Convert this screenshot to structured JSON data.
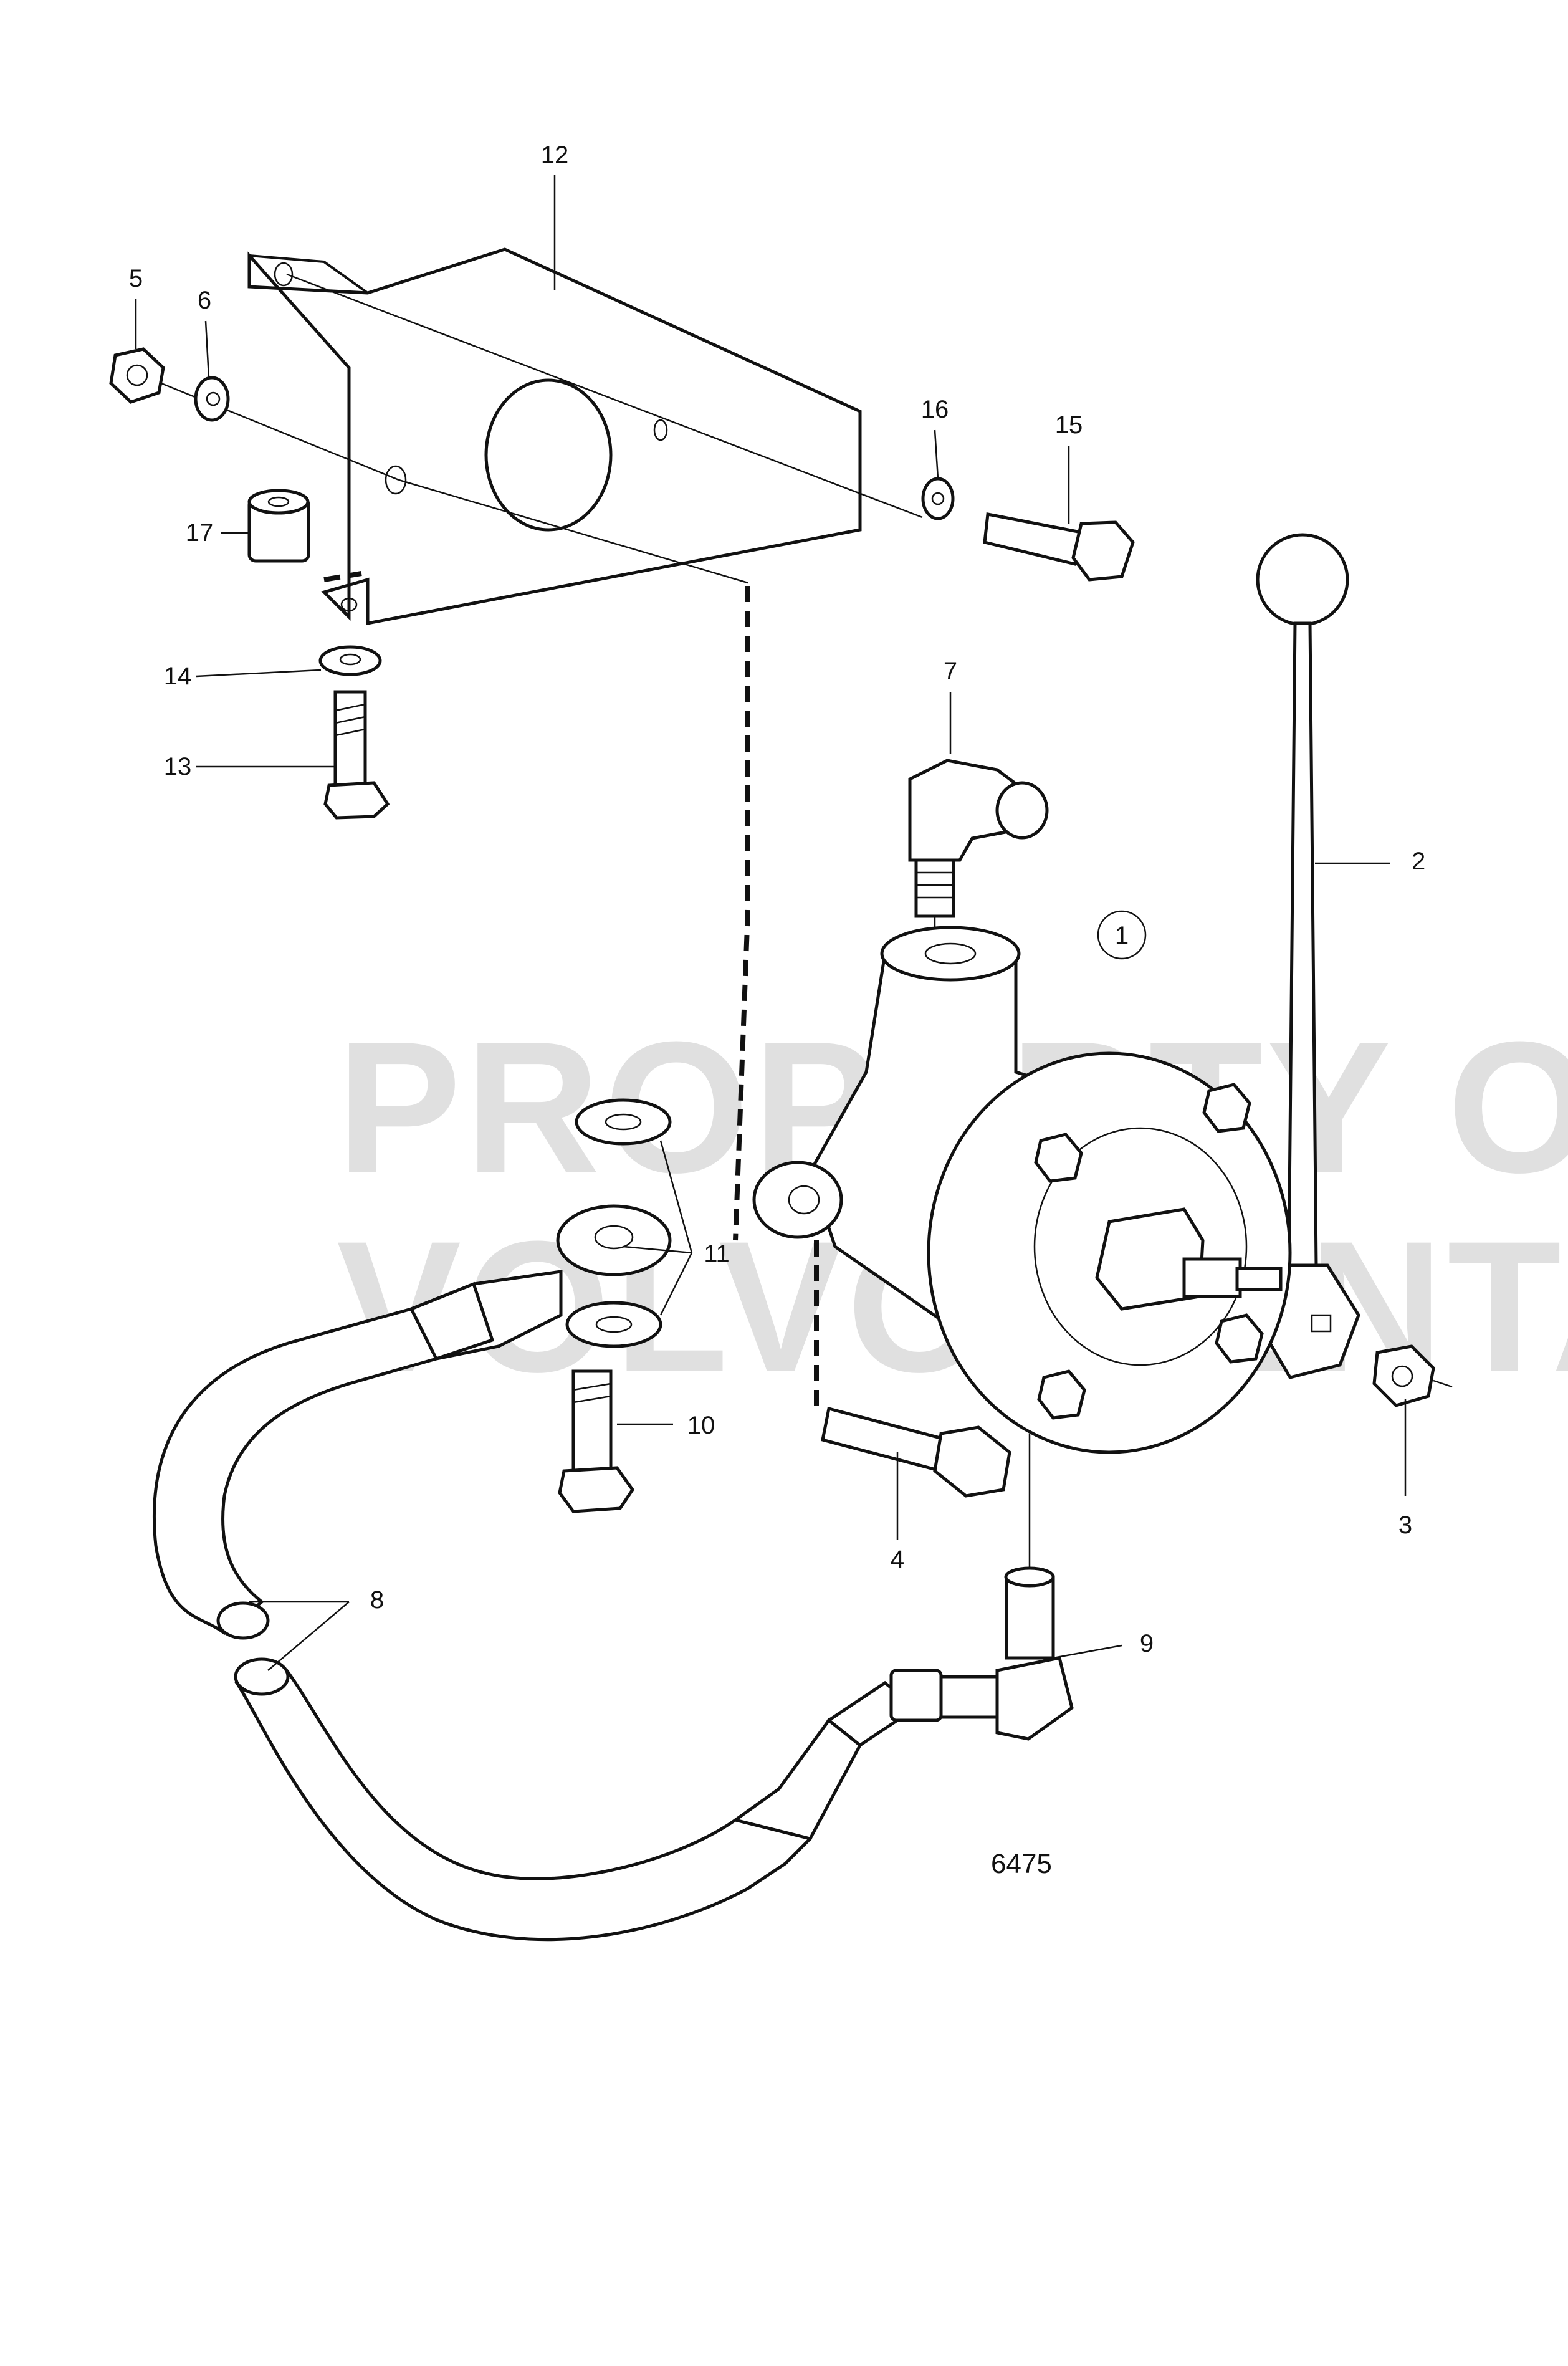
{
  "diagram": {
    "figure_number": "6475",
    "watermark": {
      "line1": "PROPERTY OF",
      "line2": "VOLVO PENTA"
    },
    "callouts": [
      "1",
      "2",
      "3",
      "4",
      "5",
      "6",
      "7",
      "8",
      "9",
      "10",
      "11",
      "12",
      "13",
      "14",
      "15",
      "16",
      "17"
    ],
    "colors": {
      "line": "#111111",
      "background": "#ffffff",
      "watermark": "#c8c8c8"
    }
  }
}
